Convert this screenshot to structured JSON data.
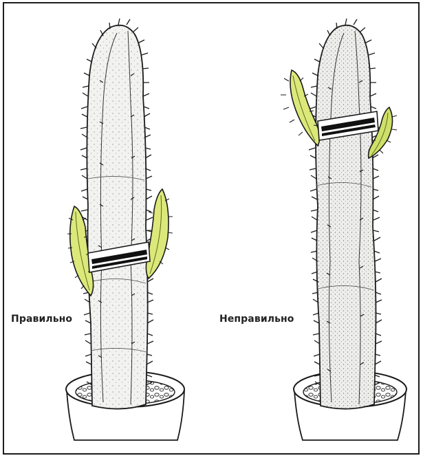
{
  "captions": {
    "correct": "Правильно",
    "incorrect": "Неправильно"
  },
  "colors": {
    "frame": "#1c1c1c",
    "ink": "#1a1a1a",
    "cactus_fill": "#f2f2f0",
    "cutting_fill": "#dce87a",
    "cutting_fill_alt": "#cfe06a",
    "pot_fill": "#ffffff",
    "tape": "#111111"
  },
  "figures": [
    {
      "id": "left",
      "label_ref": "captions.correct",
      "cuttings_attached": "low, pressed against the stem"
    },
    {
      "id": "right",
      "label_ref": "captions.incorrect",
      "cuttings_attached": "high, splayed away from the stem"
    }
  ]
}
